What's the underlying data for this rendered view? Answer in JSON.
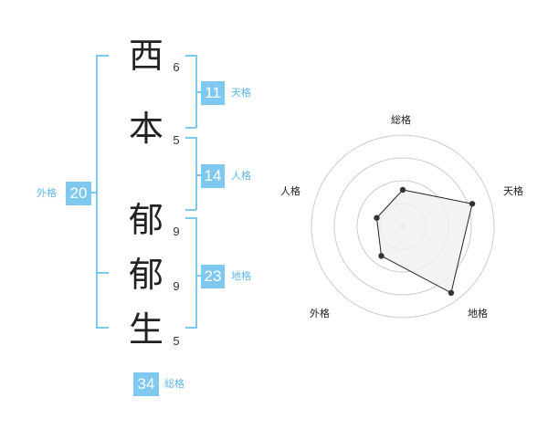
{
  "name": {
    "chars": [
      {
        "char": "西",
        "strokes": "6"
      },
      {
        "char": "本",
        "strokes": "5"
      },
      {
        "char": "郁",
        "strokes": "9"
      },
      {
        "char": "郁",
        "strokes": "9"
      },
      {
        "char": "生",
        "strokes": "5"
      }
    ]
  },
  "fortune": {
    "tenkaku": {
      "value": "11",
      "label": "天格"
    },
    "jinkaku": {
      "value": "14",
      "label": "人格"
    },
    "chikaku": {
      "value": "23",
      "label": "地格"
    },
    "gaikaku": {
      "value": "20",
      "label": "外格"
    },
    "soukaku": {
      "value": "34",
      "label": "総格"
    }
  },
  "colors": {
    "accent": "#7fc8f0",
    "accent_text": "#5fb8ea",
    "radar_fill": "#f0f0f0",
    "radar_grid": "#cccccc"
  },
  "chart_data": {
    "type": "radar",
    "axes": [
      "総格",
      "天格",
      "地格",
      "外格",
      "人格"
    ],
    "values": [
      0.4,
      0.8,
      0.9,
      0.4,
      0.3
    ],
    "max": 1.0,
    "rings": 4
  }
}
